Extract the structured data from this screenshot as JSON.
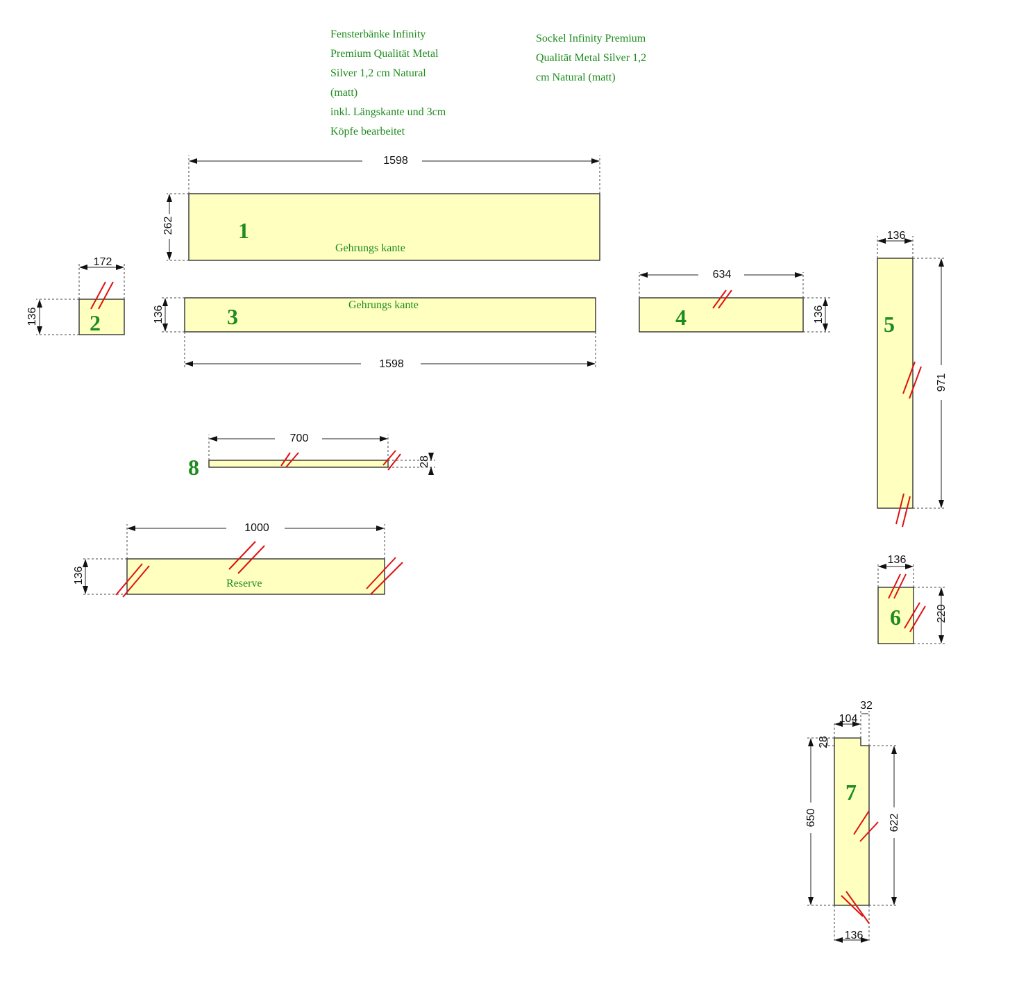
{
  "notes": {
    "fensterbaenke": [
      "Fensterbänke Infinity",
      "Premium Qualität Metal",
      "Silver 1,2 cm Natural",
      "(matt)",
      "inkl. Längskante und 3cm",
      "Köpfe bearbeitet"
    ],
    "sockel": [
      "Sockel Infinity Premium",
      "Qualität Metal Silver 1,2",
      "cm Natural (matt)"
    ]
  },
  "pieces": {
    "p1": {
      "number": "1",
      "label": "Gehrungs kante",
      "width": "1598",
      "height": "262"
    },
    "p2": {
      "number": "2",
      "width": "172",
      "height": "136"
    },
    "p3": {
      "number": "3",
      "label": "Gehrungs kante",
      "width": "1598",
      "height": "136"
    },
    "p4": {
      "number": "4",
      "width": "634",
      "height": "136"
    },
    "p5": {
      "number": "5",
      "width": "136",
      "height": "971"
    },
    "p6": {
      "number": "6",
      "width": "136",
      "height": "220"
    },
    "p7": {
      "number": "7",
      "width": "136",
      "top_width": "104",
      "notch_width": "32",
      "notch_height": "28",
      "height_left": "650",
      "height_right": "622"
    },
    "p8": {
      "number": "8",
      "width": "700",
      "height": "28"
    },
    "reserve": {
      "label": "Reserve",
      "width": "1000",
      "height": "136"
    }
  },
  "colors": {
    "piece_fill": "#ffffc0",
    "label_green": "#1e8c1e",
    "hatch_red": "#e01010"
  }
}
